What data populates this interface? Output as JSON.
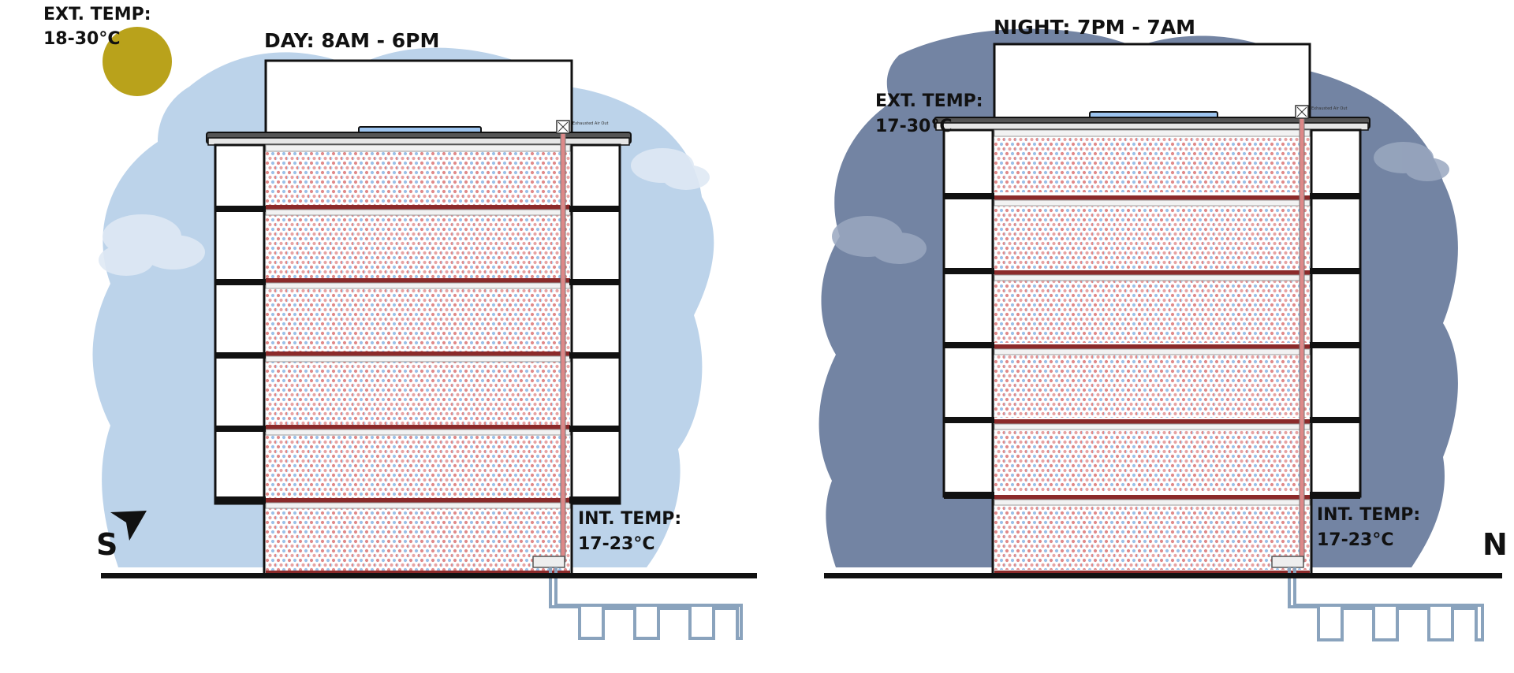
{
  "day": {
    "title": "DAY: 8AM - 6PM",
    "ext_temp_label": "EXT. TEMP:",
    "ext_temp_value": "18-30°C",
    "int_temp_label": "INT. TEMP:",
    "int_temp_value": "17-23°C",
    "orientation": "S",
    "sun_color": "#b9a21b",
    "sky_color": "#bcd3ea"
  },
  "night": {
    "title": "NIGHT: 7PM - 7AM",
    "ext_temp_label": "EXT. TEMP:",
    "ext_temp_value": "17-30°C",
    "int_temp_label": "INT. TEMP:",
    "int_temp_value": "17-23°C",
    "orientation": "N",
    "sky_color": "#7384a3"
  },
  "colors": {
    "floor_slab": "#8b2a2a",
    "dot_warm": "#e08a8a",
    "dot_cool": "#9cc0e8",
    "skylight": "#9ec5f0",
    "ground": "#111111"
  }
}
